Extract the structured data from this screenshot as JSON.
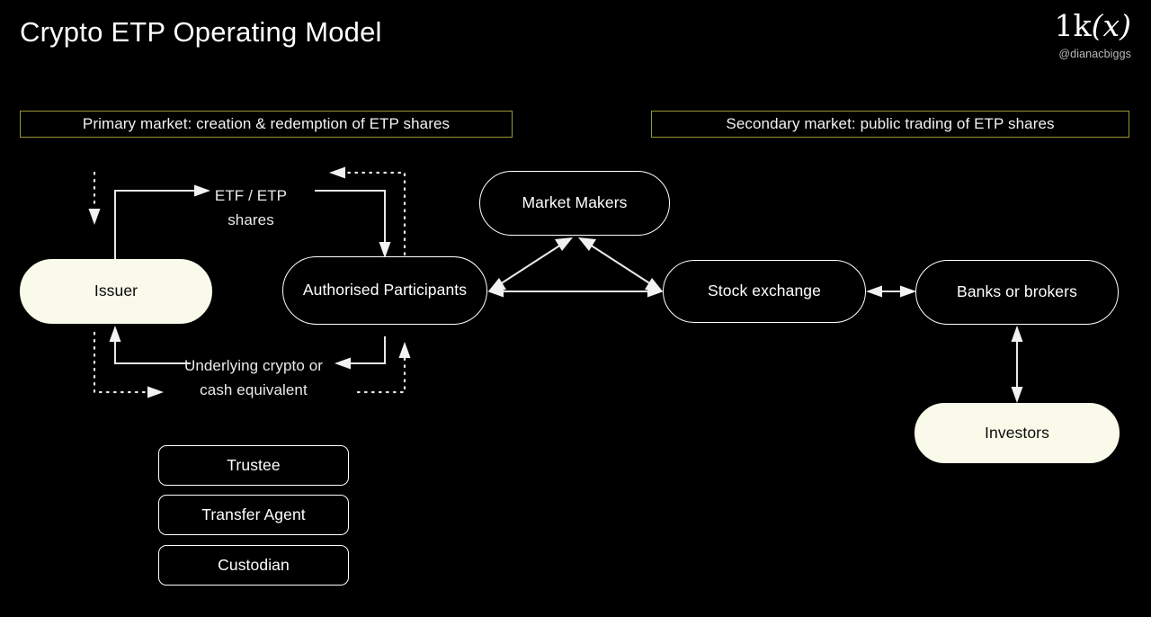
{
  "header": {
    "title": "Crypto ETP Operating Model",
    "brand_mark": "1k(x)",
    "brand_handle": "@dianacbiggs",
    "banner_border_color": "#9a9633"
  },
  "banners": {
    "primary": "Primary market: creation & redemption of ETP shares",
    "secondary": "Secondary market: public trading of ETP shares"
  },
  "nodes": {
    "issuer": "Issuer",
    "authorised_participants": "Authorised Participants",
    "market_makers": "Market Makers",
    "stock_exchange": "Stock exchange",
    "banks_or_brokers": "Banks or brokers",
    "investors": "Investors",
    "trustee": "Trustee",
    "transfer_agent": "Transfer Agent",
    "custodian": "Custodian"
  },
  "edge_labels": {
    "shares": "ETF / ETP shares",
    "underlying": "Underlying crypto or cash equivalent"
  },
  "colors": {
    "background": "#000000",
    "node_light_fill": "#FAFAEA",
    "node_dark_fill": "#000000",
    "stroke": "#ffffff",
    "banner_accent": "#9a9633",
    "wire": "#e8e8e8"
  }
}
